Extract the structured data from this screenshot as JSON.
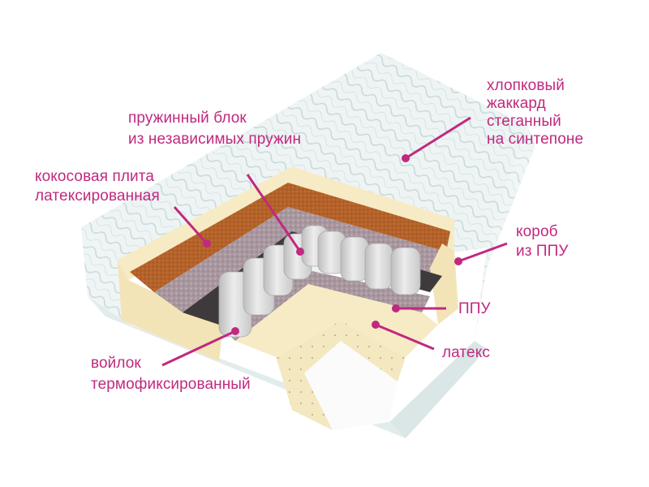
{
  "diagram": {
    "subject": "mattress cross-section",
    "accent_color": "#c0297f",
    "colors": {
      "cover": "#eef4f4",
      "cover_quilt_line": "#c9d9da",
      "foam_ppu": "#f6ebc4",
      "coconut": "#b4622a",
      "felt": "#a9979f",
      "springs": "#dedede",
      "latex": "#f3e8bf",
      "latex_core": "#fbfbfb"
    }
  },
  "labels": {
    "cover": {
      "lines": [
        "хлопковый",
        "жаккард",
        "стеганный",
        "на синтепоне"
      ]
    },
    "spring_block": {
      "lines": [
        "пружинный блок",
        "из независимых пружин"
      ]
    },
    "coconut": {
      "lines": [
        "кокосовая плита",
        "латексированная"
      ]
    },
    "foam_box": {
      "lines": [
        "короб",
        "из ППУ"
      ]
    },
    "ppu": {
      "lines": [
        "ППУ"
      ]
    },
    "latex": {
      "lines": [
        "латекс"
      ]
    },
    "felt": {
      "lines": [
        "войлок",
        "термофиксированный"
      ]
    }
  }
}
